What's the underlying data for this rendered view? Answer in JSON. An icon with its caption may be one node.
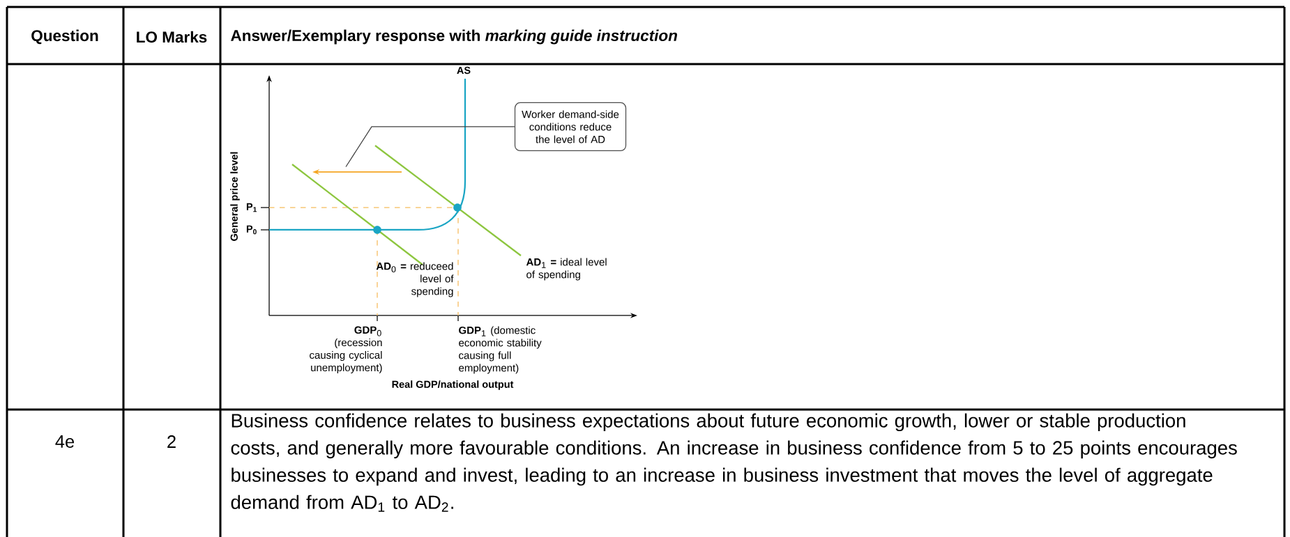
{
  "diagram": {
    "nodes": [
      {
        "text": [
          "Worker demand-side conditions reduce the level of AD"
        ]
      },
      {
        "text": [],
        "shape": "arrow"
      }
    ],
    "edges": [
      {
        "from": 0,
        "to": 1,
        "arrow": "none"
      }
    ],
    "labels": [
      "Question",
      "LO Marks",
      "Answer/Exemplary response with *marking guide instruction*",
      "AS",
      "General price level",
      "P$_{1}$",
      "P$_{0}$",
      "**AD**$_{0}$ **=** reduceed level of spending",
      "**AD**$_{1}$ **=** ideal level of spending",
      "**GDP**$_{0}$ (recession causing cyclical unemployment)",
      "**GDP**$_{1}$ (domestic economic stability causing full employment)",
      "Real GDP/national output",
      "4e",
      "2",
      "Business confidence relates to business expectations about future economic growth, lower or stable production costs, and generally more favourable conditions. An increase in business confidence from 5 to 25 points encourages businesses to expand and invest, leading to an increase in business investment that moves the level of aggregate demand from AD$_{1}$ to AD$_{2}$."
    ]
  }
}
